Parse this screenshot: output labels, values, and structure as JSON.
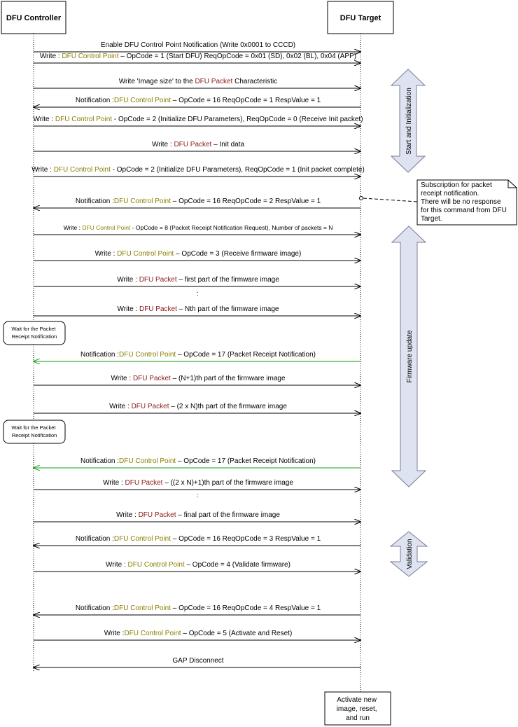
{
  "participants": {
    "controller": "DFU Controller",
    "target": "DFU Target"
  },
  "colors": {
    "line": "#000000",
    "green_arrow": "#16a016",
    "control_point": "#8b7d00",
    "packet": "#8b1a1a",
    "phase_fill": "#dde3f0",
    "phase_stroke": "#7b7b96"
  },
  "messages": [
    {
      "dir": "right",
      "parts": [
        {
          "t": "Enable DFU Control Point Notification (Write 0x0001 to CCCD)"
        }
      ]
    },
    {
      "dir": "right",
      "parts": [
        {
          "t": "Write : "
        },
        {
          "t": "DFU Control Point",
          "c": "cp"
        },
        {
          "t": " – OpCode = 1 (Start DFU) ReqOpCode = 0x01 (SD), 0x02 (BL), 0x04 (APP)"
        }
      ]
    },
    {
      "dir": "right",
      "parts": [
        {
          "t": "Write 'Image size' to the "
        },
        {
          "t": "DFU Packet",
          "c": "pk"
        },
        {
          "t": " Characteristic"
        }
      ]
    },
    {
      "dir": "left",
      "parts": [
        {
          "t": "Notification :"
        },
        {
          "t": "DFU Control Point",
          "c": "cp"
        },
        {
          "t": " – OpCode = 16 ReqOpCode = 1 RespValue = 1"
        }
      ]
    },
    {
      "dir": "right",
      "parts": [
        {
          "t": "Write : "
        },
        {
          "t": "DFU Control Point",
          "c": "cp"
        },
        {
          "t": " - OpCode = 2 (Initialize DFU Parameters), ReqOpCode = 0 (Receive Init packet)"
        }
      ]
    },
    {
      "dir": "right",
      "parts": [
        {
          "t": "Write : "
        },
        {
          "t": "DFU Packet",
          "c": "pk"
        },
        {
          "t": " – Init data"
        }
      ]
    },
    {
      "dir": "right",
      "parts": [
        {
          "t": "Write : "
        },
        {
          "t": "DFU Control Point",
          "c": "cp"
        },
        {
          "t": " - OpCode = 2 (Initialize DFU Parameters), ReqOpCode = 1 (Init packet complete)"
        }
      ]
    },
    {
      "dir": "left",
      "parts": [
        {
          "t": "Notification :"
        },
        {
          "t": "DFU Control Point",
          "c": "cp"
        },
        {
          "t": " – OpCode = 16 ReqOpCode = 2 RespValue = 1"
        }
      ]
    },
    {
      "dir": "right",
      "small": true,
      "parts": [
        {
          "t": "Write : "
        },
        {
          "t": "DFU Control Point",
          "c": "cp"
        },
        {
          "t": " - OpCode = 8 (Packet Receipt Notification Request), Number of packets = N"
        }
      ]
    },
    {
      "dir": "right",
      "parts": [
        {
          "t": "Write : "
        },
        {
          "t": "DFU Control Point",
          "c": "cp"
        },
        {
          "t": " – OpCode = 3 (Receive firmware image)"
        }
      ]
    },
    {
      "dir": "right",
      "parts": [
        {
          "t": "Write : "
        },
        {
          "t": "DFU Packet",
          "c": "pk"
        },
        {
          "t": " – first part of the firmware image"
        }
      ]
    },
    {
      "dir": "right",
      "parts": [
        {
          "t": "Write : "
        },
        {
          "t": "DFU Packet",
          "c": "pk"
        },
        {
          "t": " – Nth part of the firmware image"
        }
      ]
    },
    {
      "dir": "left",
      "green": true,
      "parts": [
        {
          "t": "Notification :"
        },
        {
          "t": "DFU Control Point",
          "c": "cp"
        },
        {
          "t": " – OpCode = 17 (Packet Receipt Notification)"
        }
      ]
    },
    {
      "dir": "right",
      "parts": [
        {
          "t": "Write : "
        },
        {
          "t": "DFU Packet",
          "c": "pk"
        },
        {
          "t": " – (N+1)th part of the firmware image"
        }
      ]
    },
    {
      "dir": "right",
      "parts": [
        {
          "t": "Write : "
        },
        {
          "t": "DFU Packet",
          "c": "pk"
        },
        {
          "t": " – (2 x N)th part of the firmware image"
        }
      ]
    },
    {
      "dir": "left",
      "green": true,
      "parts": [
        {
          "t": "Notification :"
        },
        {
          "t": "DFU Control Point",
          "c": "cp"
        },
        {
          "t": " – OpCode = 17 (Packet Receipt Notification)"
        }
      ]
    },
    {
      "dir": "right",
      "parts": [
        {
          "t": "Write : "
        },
        {
          "t": "DFU Packet",
          "c": "pk"
        },
        {
          "t": " – ((2 x N)+1)th part of the firmware image"
        }
      ]
    },
    {
      "dir": "right",
      "parts": [
        {
          "t": "Write : "
        },
        {
          "t": "DFU Packet",
          "c": "pk"
        },
        {
          "t": " – final part of the firmware image"
        }
      ]
    },
    {
      "dir": "left",
      "parts": [
        {
          "t": "Notification :"
        },
        {
          "t": "DFU Control Point",
          "c": "cp"
        },
        {
          "t": " – OpCode = 16 ReqOpCode = 3 RespValue = 1"
        }
      ]
    },
    {
      "dir": "right",
      "parts": [
        {
          "t": "Write : "
        },
        {
          "t": "DFU Control Point",
          "c": "cp"
        },
        {
          "t": "  – OpCode = 4 (Validate firmware)"
        }
      ]
    },
    {
      "dir": "left",
      "parts": [
        {
          "t": "Notification :"
        },
        {
          "t": "DFU Control Point",
          "c": "cp"
        },
        {
          "t": " – OpCode = 16 ReqOpCode = 4 RespValue = 1"
        }
      ]
    },
    {
      "dir": "right",
      "parts": [
        {
          "t": "Write :"
        },
        {
          "t": "DFU Control Point",
          "c": "cp"
        },
        {
          "t": " – OpCode = 5 (Activate and Reset)"
        }
      ]
    },
    {
      "dir": "left",
      "parts": [
        {
          "t": "GAP Disconnect"
        }
      ]
    }
  ],
  "controller_notes": [
    "Wait for the Packet Receipt Notification",
    "Wait for the Packet Receipt Notification"
  ],
  "phases": [
    "Start and Initialization",
    "Firmware update",
    "Validation"
  ],
  "comment": "Subscription for packet receipt notification. There will be no response for this command from DFU Target.",
  "final_box": "Activate new image, reset, and run"
}
